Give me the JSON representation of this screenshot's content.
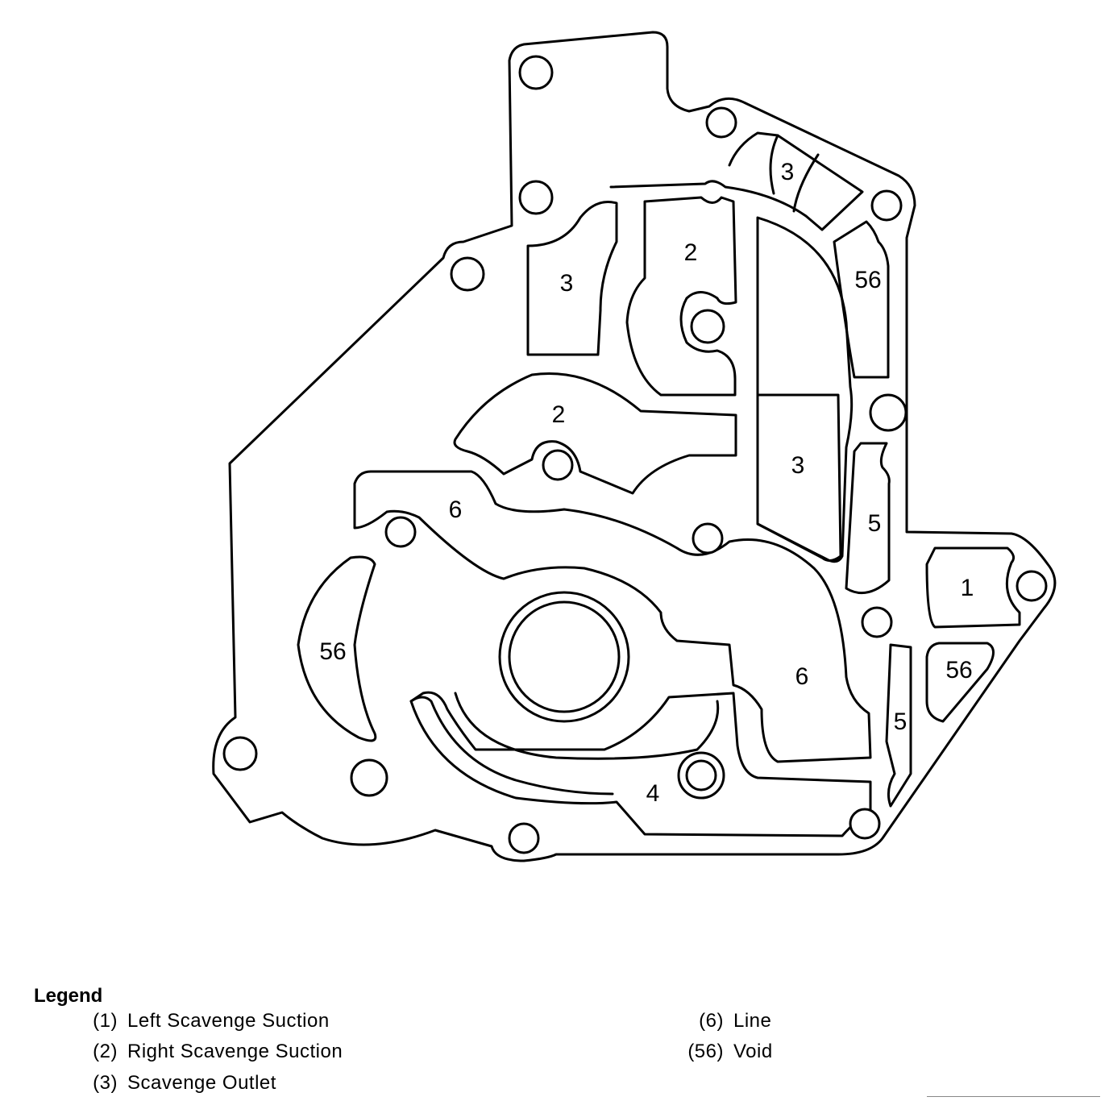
{
  "diagram": {
    "region_labels": [
      {
        "id": "scavenge-outlet-top",
        "text": "3"
      },
      {
        "id": "right-scavenge-suction-upper",
        "text": "2"
      },
      {
        "id": "void-upper-right",
        "text": "56"
      },
      {
        "id": "scavenge-outlet-left",
        "text": "3"
      },
      {
        "id": "right-scavenge-suction-middle",
        "text": "2"
      },
      {
        "id": "scavenge-outlet-center",
        "text": "3"
      },
      {
        "id": "line-upper",
        "text": "6"
      },
      {
        "id": "passage-5-upper",
        "text": "5"
      },
      {
        "id": "left-scavenge-suction",
        "text": "1"
      },
      {
        "id": "void-left",
        "text": "56"
      },
      {
        "id": "void-lower-right",
        "text": "56"
      },
      {
        "id": "line-lower",
        "text": "6"
      },
      {
        "id": "passage-5-lower",
        "text": "5"
      },
      {
        "id": "passage-4",
        "text": "4"
      }
    ]
  },
  "legend": {
    "title": "Legend",
    "items": [
      {
        "num": "(1)",
        "label": "Left Scavenge Suction"
      },
      {
        "num": "(2)",
        "label": "Right Scavenge Suction"
      },
      {
        "num": "(3)",
        "label": "Scavenge Outlet"
      },
      {
        "num": "(6)",
        "label": "Line"
      },
      {
        "num": "(56)",
        "label": "Void"
      }
    ]
  }
}
